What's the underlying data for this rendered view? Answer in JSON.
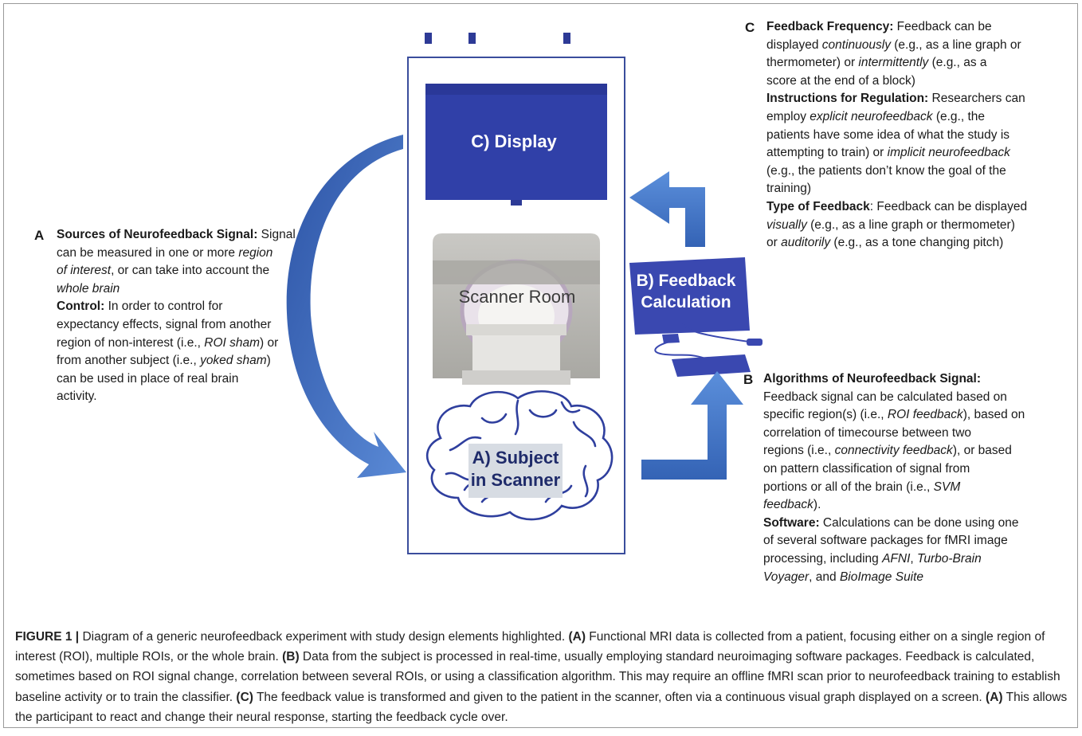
{
  "panels": {
    "display_label": "C) Display",
    "scanner_label": "Scanner Room",
    "subject_label_1": "A) Subject",
    "subject_label_2": "in Scanner",
    "feedback_label_1": "B) Feedback",
    "feedback_label_2": "Calculation"
  },
  "section_a": {
    "letter": "A",
    "sources_heading": "Sources of Neurofeedback Signal:",
    "sources_text_1": " Signal",
    "sources_text_2": "can be measured in one or more ",
    "sources_em_1": "region",
    "sources_em_2": "of interest",
    "sources_text_3": ", or can take into account the",
    "sources_em_3": "whole brain",
    "control_heading": "Control:",
    "control_text_1": " In order to control for",
    "control_text_2": "expectancy effects, signal from another",
    "control_text_3": "region of non-interest (i.e., ",
    "control_em_1": "ROI sham",
    "control_text_4": ") or",
    "control_text_5": "from another subject (i.e., ",
    "control_em_2": "yoked sham",
    "control_text_6": ")",
    "control_text_7": "can be used in place of real brain",
    "control_text_8": "activity."
  },
  "section_b": {
    "letter": "B",
    "algorithms_heading": "Algorithms of Neurofeedback Signal:",
    "alg_1": "Feedback signal can be calculated based on",
    "alg_2": "specific region(s) (i.e., ",
    "alg_em_1": "ROI feedback",
    "alg_3": "), based on",
    "alg_4": "correlation of timecourse between two",
    "alg_5": "regions (i.e., ",
    "alg_em_2": "connectivity feedback",
    "alg_6": "), or based",
    "alg_7": "on pattern classification of signal from",
    "alg_8": "portions or all of the brain (i.e., ",
    "alg_em_3": "SVM",
    "alg_em_4": "feedback",
    "alg_9": ").",
    "software_heading": "Software:",
    "soft_1": " Calculations can be done using one",
    "soft_2": "of several software packages for fMRI image",
    "soft_3": "processing, including ",
    "soft_em_1": "AFNI",
    "soft_4": ", ",
    "soft_em_2": "Turbo-Brain",
    "soft_em_3": "Voyager",
    "soft_5": ", and ",
    "soft_em_4": "BioImage Suite"
  },
  "section_c": {
    "letter": "C",
    "freq_heading": "Feedback Frequency:",
    "freq_1": " Feedback can be",
    "freq_2": "displayed ",
    "freq_em_1": "continuously",
    "freq_3": " (e.g., as a line graph or",
    "freq_4": "thermometer) or ",
    "freq_em_2": "intermittently",
    "freq_5": " (e.g., as a",
    "freq_6": "score at the end of a block)",
    "instr_heading": "Instructions for Regulation:",
    "instr_1": " Researchers can",
    "instr_2": "employ ",
    "instr_em_1": "explicit neurofeedback",
    "instr_3": " (e.g., the",
    "instr_4": "patients have some idea of what the study is",
    "instr_5": "attempting to train) or ",
    "instr_em_2": "implicit neurofeedback",
    "instr_6": "(e.g., the patients don’t know the goal of the",
    "instr_7": "training)",
    "type_heading": "Type of Feedback",
    "type_1": ": Feedback can be displayed",
    "type_em_1": "visually",
    "type_2": " (e.g., as a line graph or thermometer)",
    "type_3": "or ",
    "type_em_2": "auditorily",
    "type_4": " (e.g., as a tone changing pitch)"
  },
  "caption": {
    "figure_label": "FIGURE 1 |",
    "intro": " Diagram of a generic neurofeedback experiment with study design elements highlighted. ",
    "a1": "(A)",
    "t1": " Functional MRI data is collected from a patient, focusing either on a single region of interest (ROI), multiple ROIs, or the whole brain. ",
    "b1": "(B)",
    "t2": " Data from the subject is processed in real-time, usually employing standard neuroimaging software packages. Feedback is calculated, sometimes based on ROI signal change, correlation between several ROIs, or using a classification algorithm. This may require an offline fMRI scan prior to neurofeedback training to establish baseline activity or to train the classifier. ",
    "c1": "(C)",
    "t3": " The feedback value is transformed and given to the patient in the scanner, often via a continuous visual graph displayed on a screen. ",
    "a2": "(A)",
    "t4": " This allows the participant to react and change their neural response, starting the feedback cycle over."
  },
  "colors": {
    "arrow_blue": "#4677c8",
    "display_blue": "#3040a8",
    "computer_blue": "#3a48b0",
    "brain_outline": "#2f3f9e",
    "frame_blue": "#3a4d9c",
    "label_box": "#d7dce3",
    "scanner_grey": "#b9b8b4"
  },
  "icons": [
    "display-screen-icon",
    "mri-scanner-icon",
    "brain-icon",
    "computer-icon"
  ]
}
